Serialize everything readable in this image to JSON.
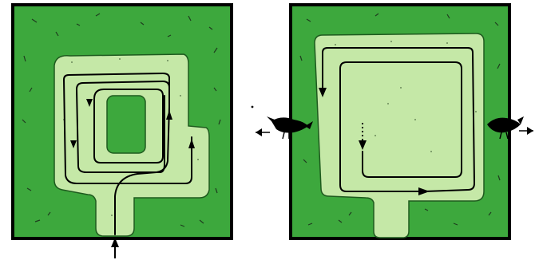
{
  "colors": {
    "field": "#3da83d",
    "path": "#c5e8a7",
    "line": "#000000",
    "frame": "#000000",
    "background": "#ffffff",
    "grass_mark": "#1f3d1f",
    "bird": "#000000"
  },
  "panels": [
    {
      "name": "left-field",
      "icon": "spiral-inward-then-outward-mowing-pattern",
      "entry": "bottom-arrow"
    },
    {
      "name": "right-field",
      "icon": "square-spiral-inward-mowing-pattern",
      "birds": [
        "bird-icon-left",
        "bird-icon-right"
      ]
    }
  ]
}
